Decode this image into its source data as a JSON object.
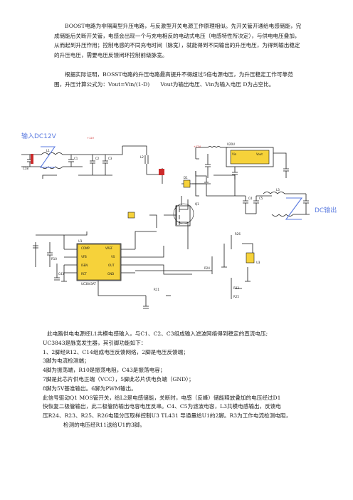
{
  "intro": "BOOST电路为非隔离型升压电路，与反激型开关电源工作原理相似。先开关管开通给电感储能，完成储能后关断开关管，电感会出现一个与充电相反的电动式电压（电感特性所决定），与供电电压叠加，从而起到升压作用；控制电感的不同充电时间（脉宽），就能得到不同输出的升压电压，为得到输出稳定的升压电压，需要电压反馈闭环控制前级脉宽。",
  "formula_para": "根据实际证明，BOSST电路的升压电路最高提升不得超过5倍电源电压，为升压稳定工作可靠范围，升压计算公式为：Vout=Vin/(1-D)　　Vout为输出电压、Vin为输入电压 D为占空比。",
  "schematic": {
    "input_label": "输入DC12V",
    "output_label": "DC输出",
    "parts": [
      {
        "id": "l1",
        "text": "L1"
      },
      {
        "id": "c1",
        "text": "C1"
      },
      {
        "id": "c2",
        "text": "C2"
      },
      {
        "id": "c3",
        "text": "C3"
      },
      {
        "id": "c18",
        "text": "C18"
      },
      {
        "id": "v12",
        "text": "+12V"
      },
      {
        "id": "u2",
        "text": "U20U"
      },
      {
        "id": "vin",
        "text": "Vin"
      },
      {
        "id": "vout",
        "text": "Vout"
      },
      {
        "id": "l2",
        "text": "L2"
      },
      {
        "id": "d1",
        "text": "D1"
      },
      {
        "id": "q1",
        "text": "Q1"
      },
      {
        "id": "u1",
        "text": "U1"
      },
      {
        "id": "u1part",
        "text": "UC3843AT"
      },
      {
        "id": "pin_comp",
        "text": "COMP"
      },
      {
        "id": "pin_vref",
        "text": "VREF"
      },
      {
        "id": "pin_vfb",
        "text": "VFB"
      },
      {
        "id": "pin_vs",
        "text": "VS"
      },
      {
        "id": "pin_isen",
        "text": "ISEN"
      },
      {
        "id": "pin_out",
        "text": "OUT"
      },
      {
        "id": "pin_rct",
        "text": "RCT"
      },
      {
        "id": "pin_gnd",
        "text": "GND"
      },
      {
        "id": "r10",
        "text": "R10"
      },
      {
        "id": "c43",
        "text": "C43"
      },
      {
        "id": "r11",
        "text": "R11"
      },
      {
        "id": "u3",
        "text": "U3"
      },
      {
        "id": "r23",
        "text": "R23"
      },
      {
        "id": "r24",
        "text": "R24"
      },
      {
        "id": "r25",
        "text": "R25"
      },
      {
        "id": "r26",
        "text": "R26"
      },
      {
        "id": "c4",
        "text": "C4"
      },
      {
        "id": "c5",
        "text": "C5"
      },
      {
        "id": "l3",
        "text": "L3"
      }
    ]
  },
  "desc": {
    "intro": "此电路供电电源经L1共模电感输入，与C1、C2、C3组成输入滤波网络得到稳定的直流电压;",
    "chip": "UC3843是脉宽发生器，其引脚功能如下：",
    "pins": [
      "1、2脚经R12、C14组成电压反馈网络，2脚是电压反馈端；",
      "3脚为电流检测端；",
      "4脚为振荡端，R10是振荡电阻，C43是振荡电容；",
      "7脚是此芯片供电正端（VCC），5脚此芯片供电负端（GND）；",
      "8脚为5V基准输出。6脚为PWM输出。"
    ],
    "tail": [
      "此信号驱动Q1 MOS管开关，给L2是电感储能，关断时，电感（反峰）储能释放叠加的电压经过D1",
      "快恢复二极管输出，此二极管防输出电容电压反串。C4、C5为滤波电容，L3共模电感输出，反馈电",
      "压R24、R23、R25、R26电阻分压取样控制U3 TL431 导通量给U1的2脚。R3为工作电流检测电阻，"
    ],
    "last": "检测的电压经R11送给U1的3脚。"
  },
  "colors": {
    "text": "#1a1a1a",
    "wire": "#1a1a1a",
    "power": "#cc2a2a",
    "highlight": "#5b7be0",
    "ic_fill": "#f6d23a",
    "cap_fill": "#ffffff"
  }
}
